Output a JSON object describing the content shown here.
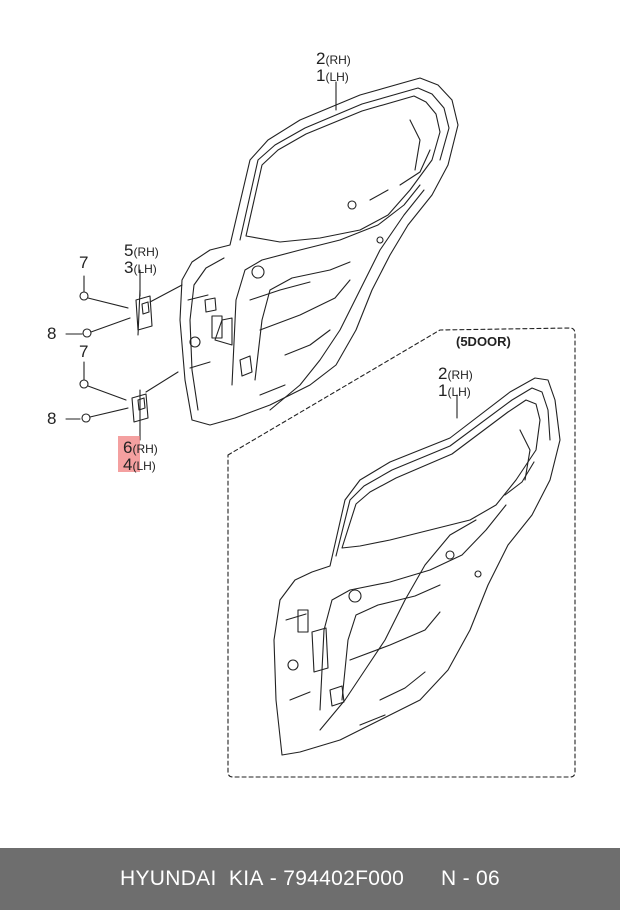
{
  "diagram": {
    "callouts": {
      "top_door": {
        "n2": "2",
        "rh": "(RH)",
        "n1": "1",
        "lh": "(LH)"
      },
      "hinge_upper": {
        "n5": "5",
        "rh": "(RH)",
        "n3": "3",
        "lh": "(LH)"
      },
      "hinge_lower": {
        "n6": "6",
        "rh": "(RH)",
        "n4": "4",
        "lh": "(LH)"
      },
      "bolt_7a": "7",
      "bolt_8a": "8",
      "bolt_7b": "7",
      "bolt_8b": "8",
      "variant_door": {
        "n2": "2",
        "rh": "(RH)",
        "n1": "1",
        "lh": "(LH)"
      }
    },
    "variant_label": "(5DOOR)"
  },
  "footer": {
    "brand": "HYUNDAI  KIA",
    "separator": " - ",
    "part_number": "794402F000",
    "ref": "N - 06"
  },
  "colors": {
    "footer_bg": "#6e6e6e",
    "highlight": "#f08080",
    "line": "#222222"
  }
}
